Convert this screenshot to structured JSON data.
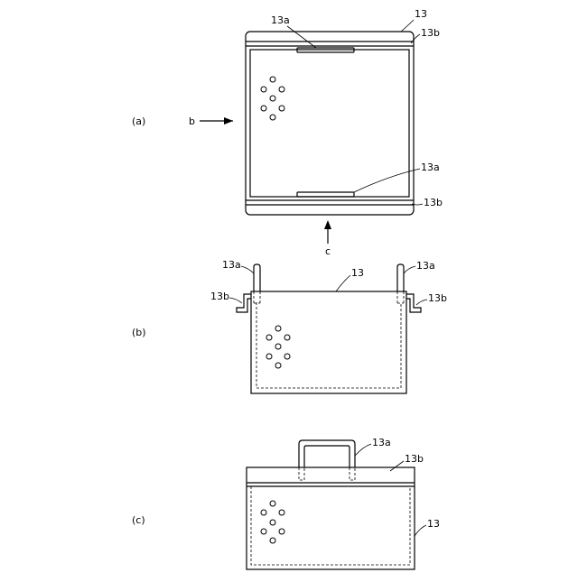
{
  "views": {
    "a": {
      "view_label": "(a)",
      "labels": {
        "part": "13",
        "handle_top": "13a",
        "rim_top": "13b",
        "handle_bottom": "13a",
        "rim_bottom": "13b"
      },
      "arrows": {
        "side_arrow": "b",
        "bottom_arrow": "c"
      }
    },
    "b": {
      "view_label": "(b)",
      "labels": {
        "handle_left": "13a",
        "handle_right": "13a",
        "rim_left": "13b",
        "rim_right": "13b",
        "part": "13"
      }
    },
    "c": {
      "view_label": "(c)",
      "labels": {
        "handle": "13a",
        "rim": "13b",
        "part": "13"
      }
    }
  }
}
